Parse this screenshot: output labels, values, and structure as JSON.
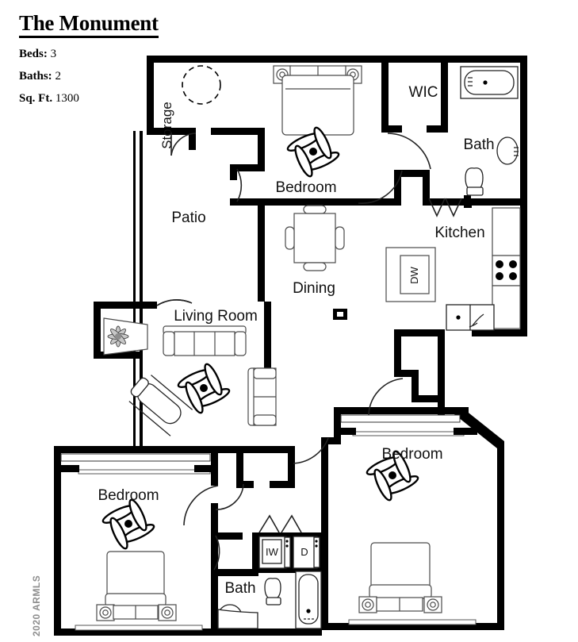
{
  "header": {
    "title": "The Monument",
    "specs": [
      {
        "label": "Beds:",
        "value": "3"
      },
      {
        "label": "Baths:",
        "value": "2"
      },
      {
        "label": "Sq. Ft.",
        "value": "1300"
      }
    ]
  },
  "watermark": "2020 ARMLS",
  "floorplan": {
    "rooms": {
      "storage": "Storage",
      "patio": "Patio",
      "bedroom_master": "Bedroom",
      "wic": "WIC",
      "bath_master": "Bath",
      "kitchen": "Kitchen",
      "dining": "Dining",
      "living_room": "Living Room",
      "bedroom_lower_left": "Bedroom",
      "bedroom_lower_right": "Bedroom",
      "bath_hall": "Bath"
    },
    "appliances": {
      "dishwasher": "DW",
      "washer": "IW",
      "dryer": "D"
    }
  }
}
